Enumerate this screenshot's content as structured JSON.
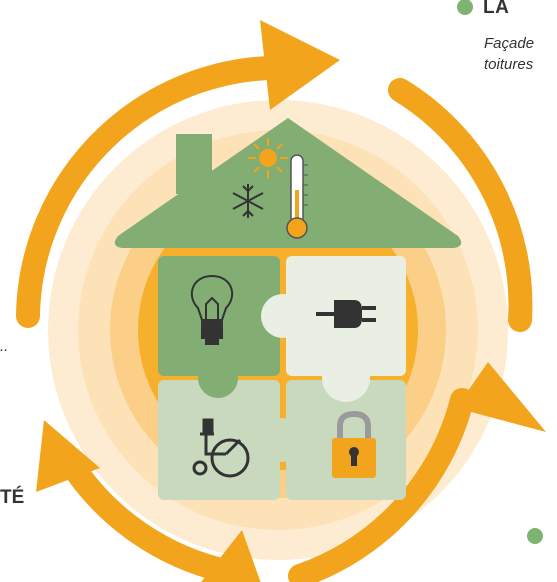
{
  "labels": {
    "top_title": "LA",
    "top_subtitle_line1": "Façade",
    "top_subtitle_line2": "toitures",
    "left_ellipsis": "..",
    "left_title": "TÉ"
  },
  "colors": {
    "arrow_orange": "#f2a51c",
    "ring_light": "#fde2b8",
    "ring_mid": "#fbcf87",
    "center_orange": "#f7b02c",
    "roof_green": "#82ad73",
    "piece_dark_green": "#82ad73",
    "piece_pale": "#e9efe3",
    "piece_mid_green": "#a7c496",
    "piece_light_green": "#c9d9bd",
    "bullet_green": "#7fb371"
  },
  "icons": [
    "sun-icon",
    "snowflake-icon",
    "thermometer-icon",
    "lightbulb-icon",
    "power-plug-icon",
    "wheelchair-icon",
    "padlock-icon"
  ]
}
